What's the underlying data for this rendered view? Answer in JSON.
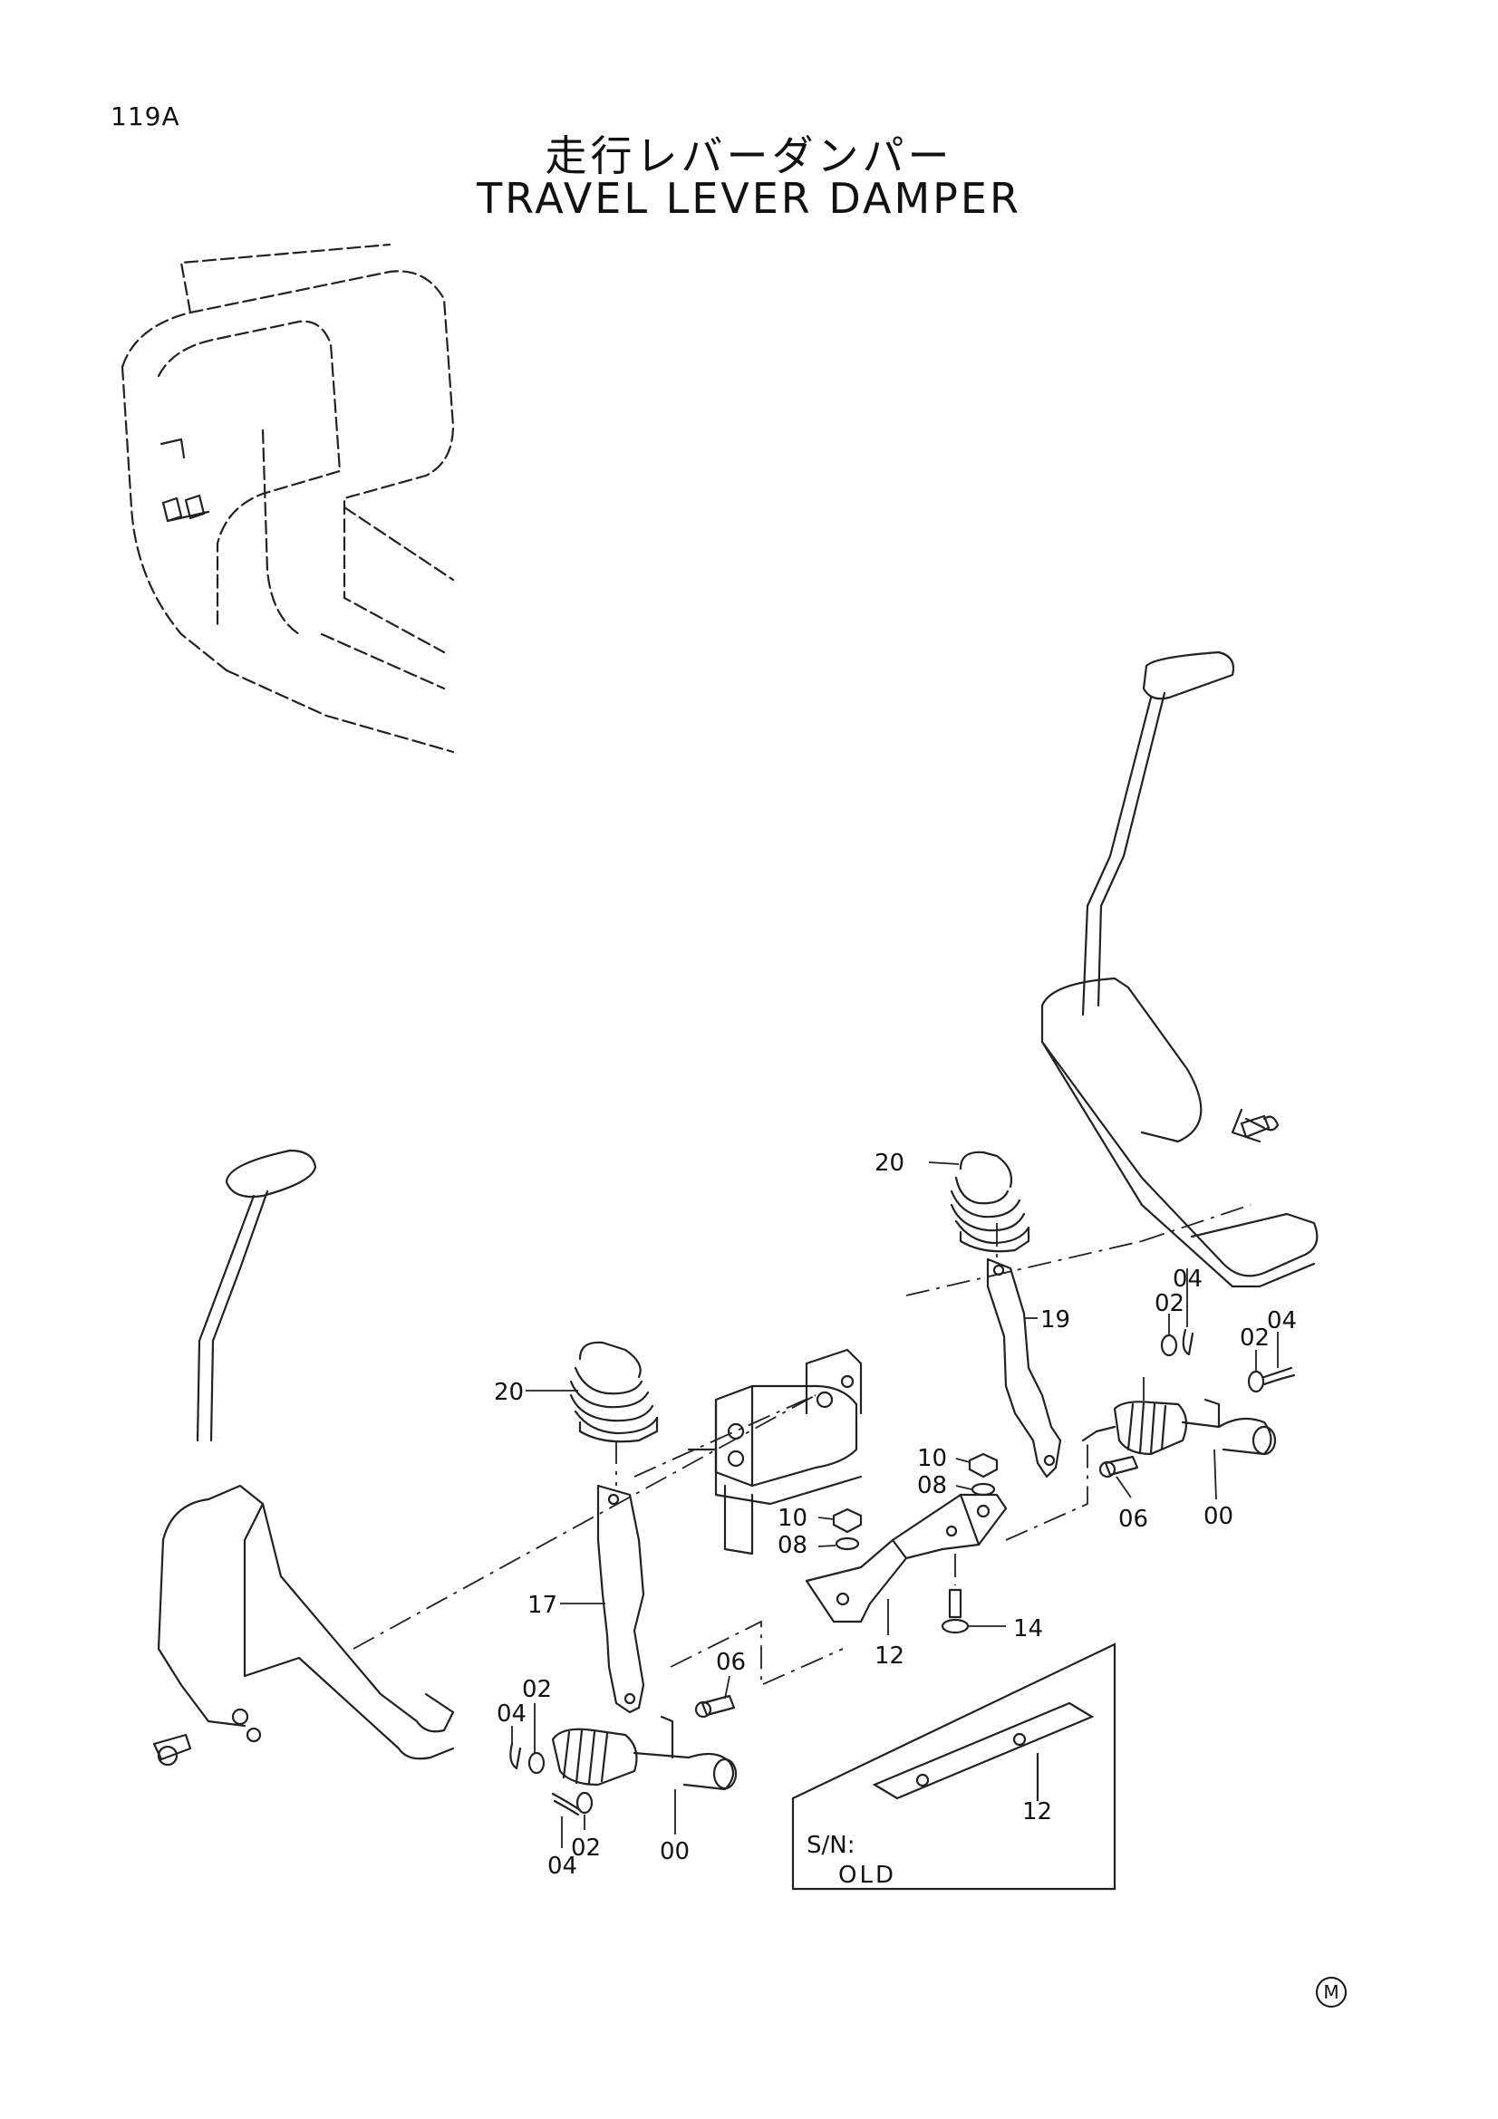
{
  "header": {
    "page_code": "119A",
    "title_jp": "走行レバーダンパー",
    "title_en": "TRAVEL LEVER DAMPER"
  },
  "callouts": {
    "c20_right": "20",
    "c19": "19",
    "c04_a": "04",
    "c02_a": "02",
    "c02_b": "02",
    "c04_b": "04",
    "c20_left": "20",
    "c10_a": "10",
    "c08_a": "08",
    "c10_b": "10",
    "c08_b": "08",
    "c06_right": "06",
    "c00_right": "00",
    "c17": "17",
    "c14": "14",
    "c12_main": "12",
    "c06_left": "06",
    "c02_c": "02",
    "c04_c": "04",
    "c02_d": "02",
    "c04_d": "04",
    "c00_left": "00",
    "c12_inset": "12"
  },
  "inset": {
    "sn_label": "S/N:",
    "sn_value": "OLD"
  },
  "mark": "M"
}
